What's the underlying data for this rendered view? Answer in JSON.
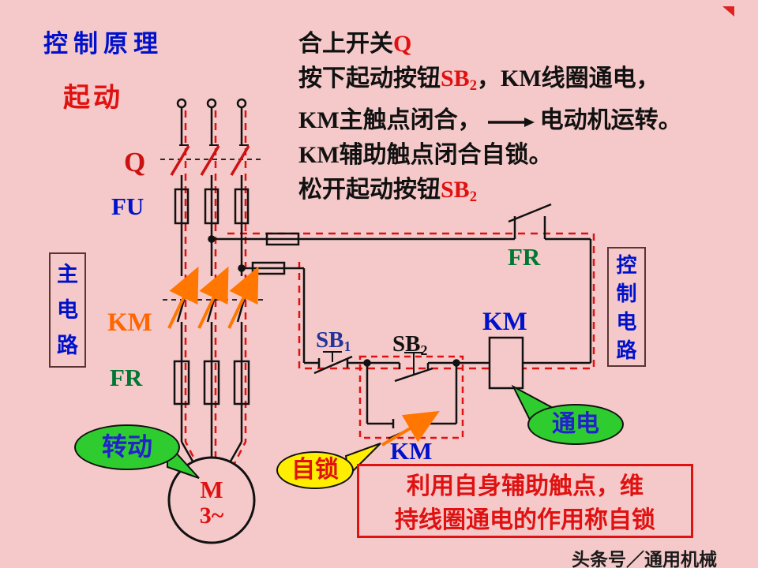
{
  "page": {
    "title": "控制原理",
    "subtitle": "起动",
    "watermark": "头条号／通用机械"
  },
  "explanation": {
    "l1_black": "合上开关",
    "l1_red": "Q",
    "l2_a": "按下起动按钮",
    "l2_sb_base": "SB",
    "l2_sb_sub": "2",
    "l2_b": "，KM线圈通电，",
    "l3_a": "KM主触点闭合，",
    "l3_b": "电动机运转。",
    "l4": "KM辅助触点闭合自锁。",
    "l5_a": "松开起动按钮",
    "l5_sb_base": "SB",
    "l5_sb_sub": "2"
  },
  "labels": {
    "q": "Q",
    "fu": "FU",
    "km_main": "KM",
    "fr_main": "FR",
    "motor_m": "M",
    "motor_phase": "3~",
    "fr_ctrl": "FR",
    "sb1_base": "SB",
    "sb1_sub": "1",
    "sb2_base": "SB",
    "sb2_sub": "2",
    "km_coil": "KM",
    "km_aux": "KM",
    "main_circuit": "主电路",
    "control_circuit": "控制电路"
  },
  "bubbles": {
    "rotate": "转动",
    "energized": "通电",
    "self_lock": "自锁"
  },
  "note": {
    "line1": "利用自身辅助触点，维",
    "line2": "持线圈通电的作用称自锁"
  },
  "colors": {
    "background": "#f5c9c9",
    "accent_red": "#e01111",
    "accent_blue": "#0011cc",
    "accent_green": "#007733",
    "accent_orange": "#ff7700",
    "bubble_green": "#2fcc2f",
    "bubble_yellow": "#ffee00"
  }
}
